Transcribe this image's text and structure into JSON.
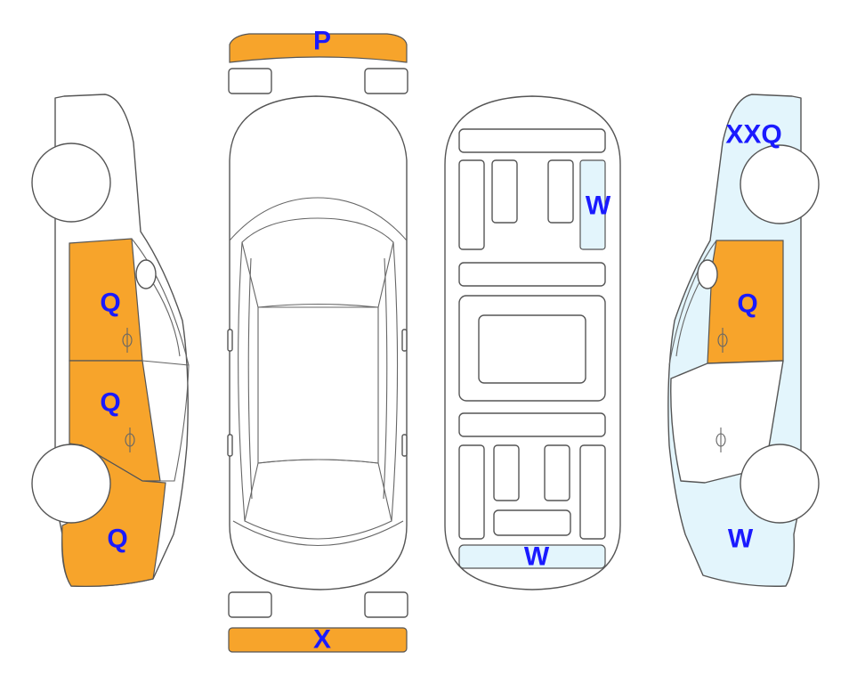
{
  "colors": {
    "orange": "#f7a42b",
    "light_blue": "#e3f5fc",
    "label": "#1a1aff",
    "outline": "#555555"
  },
  "markers": {
    "front_bumper": "P",
    "rear_bumper": "X",
    "left_front_door": "Q",
    "left_rear_door": "Q",
    "left_rear_quarter": "Q",
    "trunk_right_panel": "W",
    "trunk_bottom_panel": "W",
    "right_front_fender": "XXQ",
    "right_front_door": "Q",
    "right_rear_quarter": "W"
  }
}
